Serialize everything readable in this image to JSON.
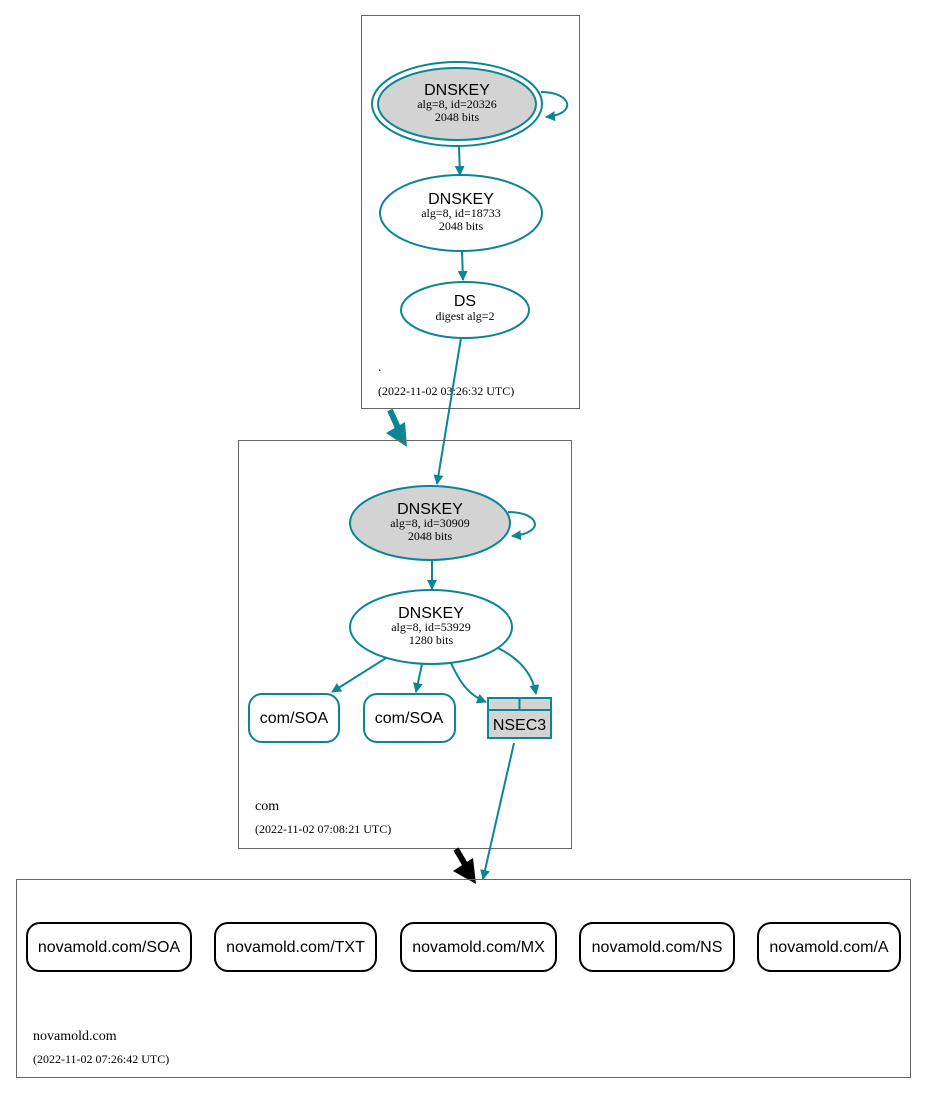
{
  "colors": {
    "edge": "#0a8694",
    "key_fill": "#d3d3d3",
    "zone_border": "#666666",
    "delegation_black": "#000000"
  },
  "zones": {
    "root": {
      "name": ".",
      "timestamp": "(2022-11-02 03:26:32 UTC)",
      "ksk": {
        "title": "DNSKEY",
        "line1": "alg=8, id=20326",
        "line2": "2048 bits"
      },
      "zsk": {
        "title": "DNSKEY",
        "line1": "alg=8, id=18733",
        "line2": "2048 bits"
      },
      "ds": {
        "title": "DS",
        "line1": "digest alg=2"
      }
    },
    "com": {
      "name": "com",
      "timestamp": "(2022-11-02 07:08:21 UTC)",
      "ksk": {
        "title": "DNSKEY",
        "line1": "alg=8, id=30909",
        "line2": "2048 bits"
      },
      "zsk": {
        "title": "DNSKEY",
        "line1": "alg=8, id=53929",
        "line2": "1280 bits"
      },
      "soa1": "com/SOA",
      "soa2": "com/SOA",
      "nsec3": "NSEC3"
    },
    "novamold": {
      "name": "novamold.com",
      "timestamp": "(2022-11-02 07:26:42 UTC)",
      "records": [
        "novamold.com/SOA",
        "novamold.com/TXT",
        "novamold.com/MX",
        "novamold.com/NS",
        "novamold.com/A"
      ]
    }
  }
}
